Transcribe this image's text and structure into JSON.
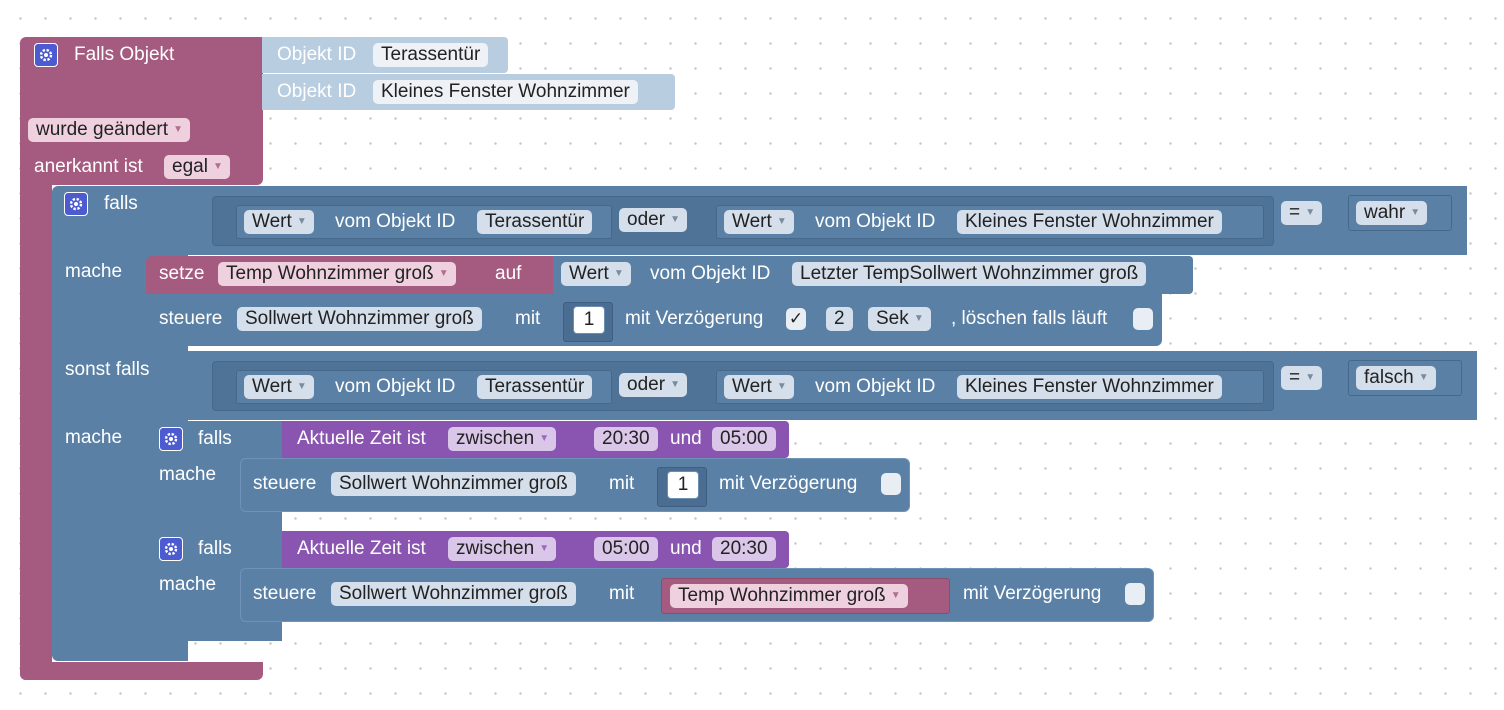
{
  "trigger": {
    "title": "Falls Objekt",
    "objid_label": "Objekt ID",
    "objects": [
      "Terassentür",
      "Kleines Fenster Wohnzimmer"
    ],
    "changed": "wurde geändert",
    "ack_label": "anerkannt ist",
    "ack_value": "egal"
  },
  "if1": {
    "falls": "falls",
    "wert": "Wert",
    "vom": "vom Objekt ID",
    "obj_a": "Terassentür",
    "oder": "oder",
    "obj_b": "Kleines Fenster Wohnzimmer",
    "op": "=",
    "bool": "wahr"
  },
  "then1": {
    "mache": "mache",
    "setze": "setze",
    "var": "Temp Wohnzimmer groß",
    "auf": "auf",
    "wert": "Wert",
    "vom": "vom Objekt ID",
    "src": "Letzter TempSollwert Wohnzimmer groß",
    "steuere": "steuere",
    "target": "Sollwert Wohnzimmer groß",
    "mit": "mit",
    "value": "1",
    "delay_label": "mit Verzögerung",
    "delay_check": "✓",
    "delay_num": "2",
    "unit": "Sek",
    "clear_label": ", löschen falls läuft"
  },
  "elseif": {
    "sonst": "sonst falls",
    "wert": "Wert",
    "vom": "vom Objekt ID",
    "obj_a": "Terassentür",
    "oder": "oder",
    "obj_b": "Kleines Fenster Wohnzimmer",
    "op": "=",
    "bool": "falsch"
  },
  "then2": {
    "mache": "mache",
    "if_a": {
      "falls": "falls",
      "time_label": "Aktuelle Zeit ist",
      "mode": "zwischen",
      "from": "20:30",
      "und": "und",
      "to": "05:00",
      "mache": "mache",
      "steuere": "steuere",
      "target": "Sollwert Wohnzimmer groß",
      "mit": "mit",
      "value": "1",
      "delay_label": "mit Verzögerung"
    },
    "if_b": {
      "falls": "falls",
      "time_label": "Aktuelle Zeit ist",
      "mode": "zwischen",
      "from": "05:00",
      "und": "und",
      "to": "20:30",
      "mache": "mache",
      "steuere": "steuere",
      "target": "Sollwert Wohnzimmer groß",
      "mit": "mit",
      "value_var": "Temp Wohnzimmer groß",
      "delay_label": "mit Verzögerung"
    }
  },
  "colors": {
    "event": "#a55b80",
    "control": "#5b80a5",
    "object_id": "#b9cde0",
    "time": "#8a55b0",
    "gear": "#4d5bd0"
  },
  "icons": [
    "gear-icon"
  ]
}
